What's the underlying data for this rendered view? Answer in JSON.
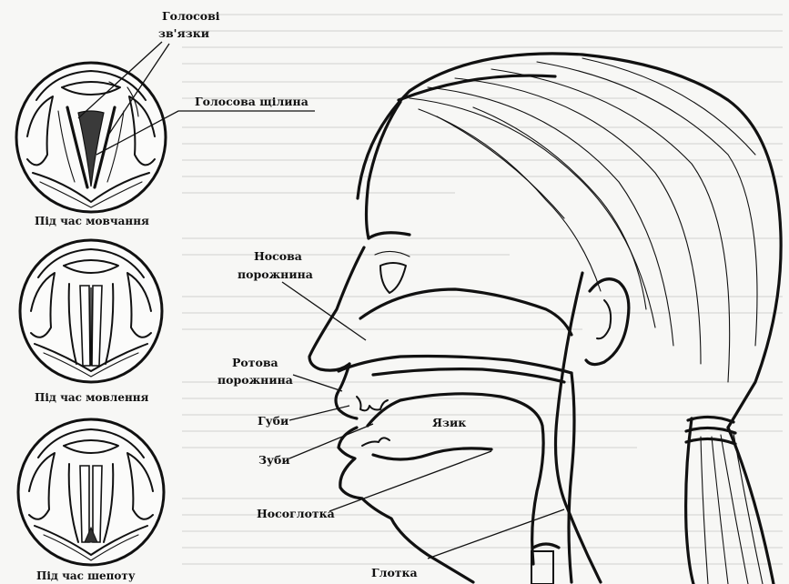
{
  "larynx_views": [
    {
      "caption": "Під час мовчання"
    },
    {
      "caption": "Під час мовлення"
    },
    {
      "caption": "Під час шепоту"
    }
  ],
  "larynx_labels": {
    "vocal_cords_line1": "Голосові",
    "vocal_cords_line2": "зв'язки",
    "glottis": "Голосова щілина"
  },
  "head_labels": {
    "nasal_line1": "Носова",
    "nasal_line2": "порожнина",
    "oral_line1": "Ротова",
    "oral_line2": "порожнина",
    "lips": "Губи",
    "teeth": "Зуби",
    "tongue": "Язик",
    "nasopharynx": "Носоглотка",
    "pharynx": "Глотка"
  }
}
